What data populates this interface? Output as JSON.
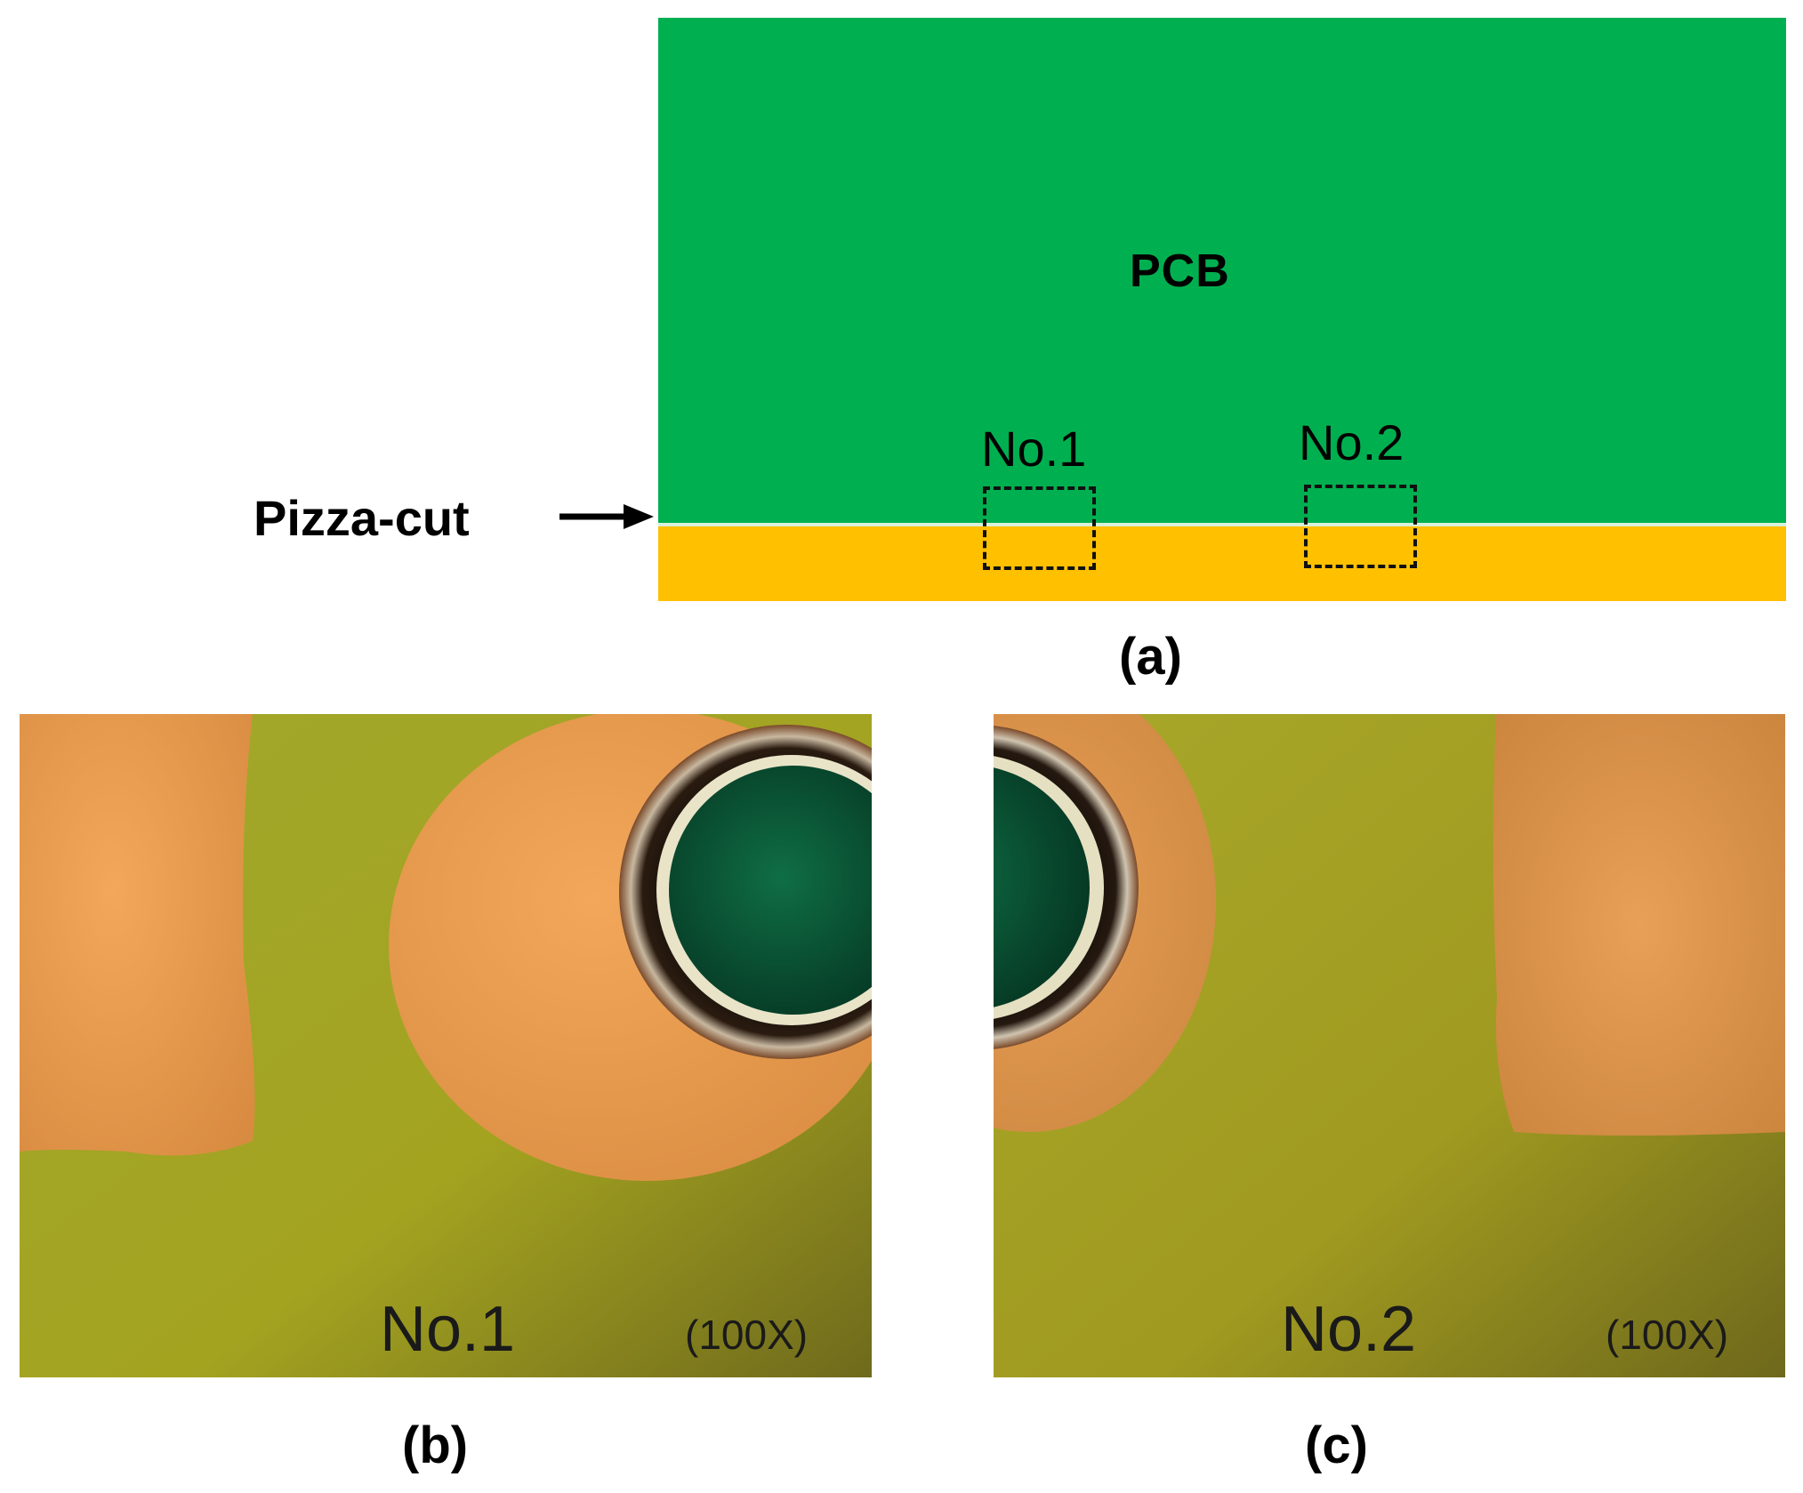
{
  "panel_a": {
    "board_label": "PCB",
    "regions": [
      {
        "label": "No.1"
      },
      {
        "label": "No.2"
      }
    ],
    "pizza_label": "Pizza-cut",
    "caption": "(a)",
    "colors": {
      "board": "#00b050",
      "pizza_cut": "#ffc000"
    }
  },
  "panel_b": {
    "photo_label": "No.1",
    "magnification": "(100X)",
    "caption": "(b)"
  },
  "panel_c": {
    "photo_label": "No.2",
    "magnification": "(100X)",
    "caption": "(c)"
  }
}
